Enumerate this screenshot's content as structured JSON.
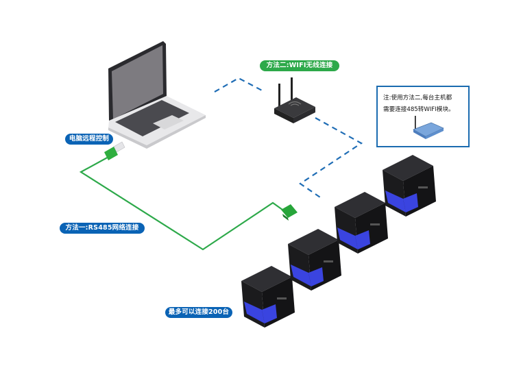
{
  "labels": {
    "pc_control": "电脑远程控制",
    "method_one": "方法一:RS485网络连接",
    "method_two": "方法二:WIFI无线连接",
    "max_connect": "最多可以连接200台"
  },
  "note": {
    "line1": "注:使用方法二,每台主机都",
    "line2": "需要连接485转WIFI模块。"
  },
  "colors": {
    "blue_label": "#0a63b5",
    "green_label": "#2da94a",
    "rs485_line": "#2da94a",
    "wifi_line": "#1f6db5",
    "device_accent": "#3a44e0"
  },
  "devices": {
    "count_shown": 4
  }
}
